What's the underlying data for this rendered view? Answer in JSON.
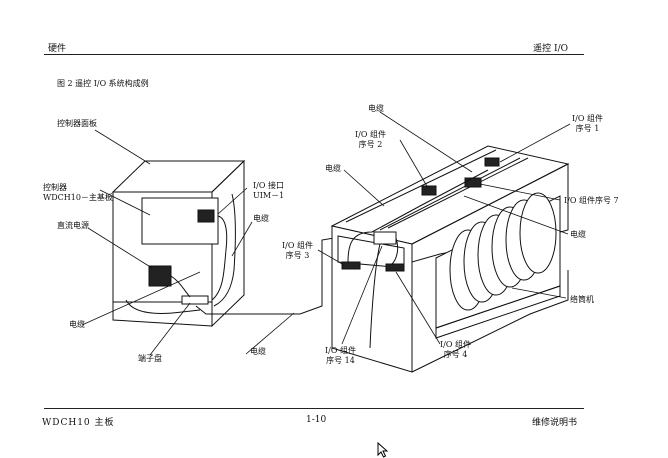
{
  "header": {
    "left": "硬件",
    "right": "遥控 I/O"
  },
  "figure": {
    "title": "图 2 遥控 I/O 系统构成例"
  },
  "labels": {
    "control_panel": "控制器面板",
    "controller_line1": "控制器",
    "controller_line2": "WDCH10－主基板",
    "dc_power": "直流电源",
    "cable_left": "电缆",
    "terminal_block": "端子盘",
    "cable_bottom": "电缆",
    "io_interface_line1": "I/O 接口",
    "io_interface_line2": "UIM－1",
    "cable_mid": "电缆",
    "io_unit3_line1": "I/O 组件",
    "io_unit3_line2": "序号 3",
    "io_unit14_line1": "I/O 组件",
    "io_unit14_line2": "序号 14",
    "io_unit4_line1": "I/O 组件",
    "io_unit4_line2": "序号 4",
    "cable_top_left": "电缆",
    "cable_top": "电缆",
    "io_unit2_line1": "I/O 组件",
    "io_unit2_line2": "序号 2",
    "io_unit1_line1": "I/O 组件",
    "io_unit1_line2": "序号 1",
    "io_unit7": "I/O 组件序号 7",
    "cable_right": "电缆",
    "machine": "络筒机"
  },
  "footer": {
    "left": "WDCH10 主板",
    "page": "1-10",
    "right": "维修说明书"
  }
}
